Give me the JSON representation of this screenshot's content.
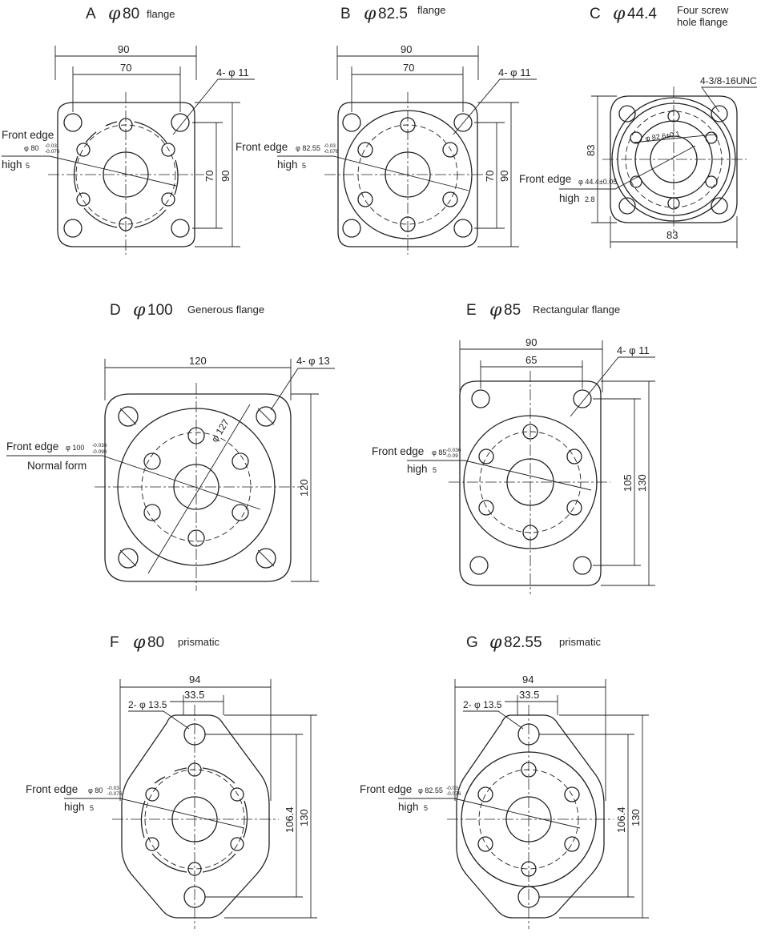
{
  "drawings": [
    {
      "id": "A",
      "letter": "A",
      "phi": "φ",
      "size": "80",
      "desc_lines": [
        "flange"
      ],
      "dim_outer_w": "90",
      "dim_inner_w": "70",
      "dim_inner_h": "70",
      "dim_outer_h": "90",
      "hole_note": "4- φ 11",
      "front_edge_label": "Front edge",
      "front_edge_dia": "φ 80",
      "tol_top": "-0.03",
      "tol_bottom": "-0.076",
      "high_label": "high",
      "high_value": "5"
    },
    {
      "id": "B",
      "letter": "B",
      "phi": "φ",
      "size": "82.5",
      "desc_lines": [
        "flange"
      ],
      "dim_outer_w": "90",
      "dim_inner_w": "70",
      "dim_inner_h": "70",
      "dim_outer_h": "90",
      "hole_note": "4- φ 11",
      "front_edge_label": "Front edge",
      "front_edge_dia": "φ 82.55",
      "tol_top": "-0.03",
      "tol_bottom": "-0.076",
      "high_label": "high",
      "high_value": "5"
    },
    {
      "id": "C",
      "letter": "C",
      "phi": "φ",
      "size": "44.4",
      "desc_lines": [
        "Four screw",
        "hole flange"
      ],
      "dim_left": "83",
      "dim_bottom": "83",
      "thread_note": "4-3/8-16UNC",
      "pcd_label": "φ 82.6±0.1",
      "front_edge_label": "Front edge",
      "front_edge_dia": "φ 44.4±0.05",
      "high_label": "high",
      "high_value": "2.8"
    },
    {
      "id": "D",
      "letter": "D",
      "phi": "φ",
      "size": "100",
      "desc_lines": [
        "Generous flange"
      ],
      "dim_outer_w": "120",
      "dim_outer_h": "120",
      "hole_note": "4- φ 13",
      "pcd_label": "φ 127",
      "front_edge_label": "Front edge",
      "front_edge_dia": "φ 100",
      "tol_top": "-0.036",
      "tol_bottom": "-0.090",
      "normal_form_label": "Normal form"
    },
    {
      "id": "E",
      "letter": "E",
      "phi": "φ",
      "size": "85",
      "desc_lines": [
        "Rectangular flange"
      ],
      "dim_outer_w": "90",
      "dim_inner_w": "65",
      "dim_inner_h": "105",
      "dim_outer_h": "130",
      "hole_note": "4- φ 11",
      "front_edge_label": "Front edge",
      "front_edge_dia": "φ 85",
      "tol_top": "-0.036",
      "tol_bottom": "-0.09",
      "high_label": "high",
      "high_value": "5"
    },
    {
      "id": "F",
      "letter": "F",
      "phi": "φ",
      "size": "80",
      "desc_lines": [
        "prismatic"
      ],
      "dim_outer_w": "94",
      "dim_inner_w": "33.5",
      "dim_inner_h": "106.4",
      "dim_outer_h": "130",
      "hole_note": "2- φ 13.5",
      "front_edge_label": "Front edge",
      "front_edge_dia": "φ 80",
      "tol_top": "-0.03",
      "tol_bottom": "-0.076",
      "high_label": "high",
      "high_value": "5"
    },
    {
      "id": "G",
      "letter": "G",
      "phi": "φ",
      "size": "82.55",
      "desc_lines": [
        "prismatic"
      ],
      "dim_outer_w": "94",
      "dim_inner_w": "33.5",
      "dim_inner_h": "106.4",
      "dim_outer_h": "130",
      "hole_note": "2- φ 13.5",
      "front_edge_label": "Front edge",
      "front_edge_dia": "φ 82.55",
      "tol_top": "-0.03",
      "tol_bottom": "-0.076",
      "high_label": "high",
      "high_value": "5"
    }
  ]
}
